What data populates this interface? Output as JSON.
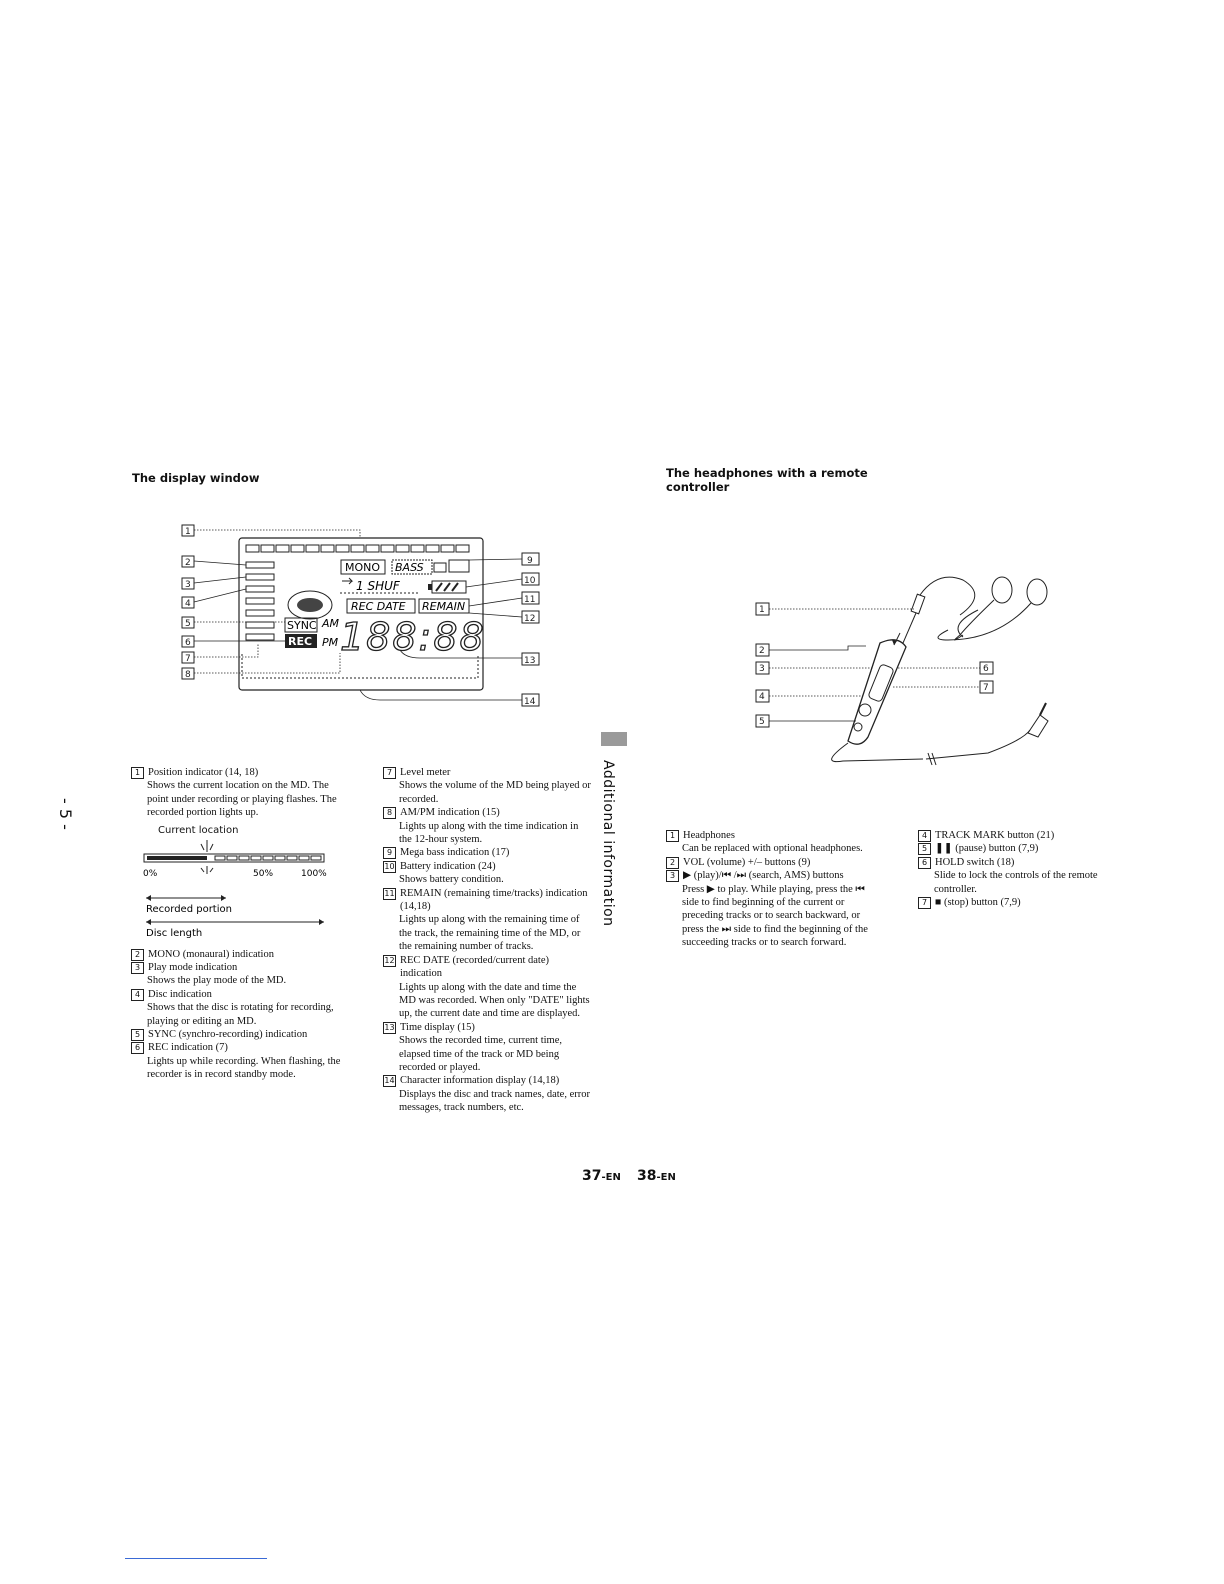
{
  "page_side_label": "- 5 -",
  "left": {
    "heading": "The display window",
    "diagram": {
      "callouts": [
        "1",
        "2",
        "3",
        "4",
        "5",
        "6",
        "7",
        "8",
        "9",
        "10",
        "11",
        "12",
        "13",
        "14"
      ],
      "lcd": {
        "mono": "MONO",
        "bass": "BASS",
        "shuf": "1 SHUF",
        "rec_date": "REC DATE",
        "remain": "REMAIN",
        "sync": "SYNC",
        "rec": "REC",
        "am": "AM",
        "pm": "PM",
        "time": "188:88"
      }
    },
    "col1": [
      {
        "n": "1",
        "title": "Position indicator (14, 18)",
        "desc": "Shows the current location on the MD. The point under recording or playing flashes. The recorded portion lights up."
      },
      {
        "n": "2",
        "title": "MONO (monaural) indication",
        "desc": ""
      },
      {
        "n": "3",
        "title": "Play mode indication",
        "desc": "Shows the play mode of the MD."
      },
      {
        "n": "4",
        "title": "Disc indication",
        "desc": "Shows that the disc is rotating for recording, playing or editing an MD."
      },
      {
        "n": "5",
        "title": "SYNC (synchro-recording) indication",
        "desc": ""
      },
      {
        "n": "6",
        "title": "REC indication (7)",
        "desc": "Lights up while recording. When flashing, the recorder is in record standby mode."
      }
    ],
    "position_fig": {
      "current_location": "Current location",
      "p0": "0%",
      "p50": "50%",
      "p100": "100%",
      "recorded_portion": "Recorded portion",
      "disc_length": "Disc length"
    },
    "col2": [
      {
        "n": "7",
        "title": "Level meter",
        "desc": "Shows the volume of the MD being played or recorded."
      },
      {
        "n": "8",
        "title": "AM/PM indication (15)",
        "desc": "Lights up along with the time indication in the 12-hour system."
      },
      {
        "n": "9",
        "title": "Mega bass indication (17)",
        "desc": ""
      },
      {
        "n": "10",
        "title": "Battery indication (24)",
        "desc": "Shows battery condition."
      },
      {
        "n": "11",
        "title": "REMAIN (remaining time/tracks) indication (14,18)",
        "desc": "Lights up along with the remaining time of the track, the remaining time of the MD, or the remaining number of tracks."
      },
      {
        "n": "12",
        "title": "REC DATE (recorded/current date) indication",
        "desc": "Lights up along with the date and time the MD was recorded. When only \"DATE\" lights up, the current date and time are displayed."
      },
      {
        "n": "13",
        "title": "Time display (15)",
        "desc": "Shows the recorded time, current time, elapsed time of the track or MD being recorded or played."
      },
      {
        "n": "14",
        "title": "Character information display (14,18)",
        "desc": "Displays the disc and track names, date, error messages, track numbers, etc."
      }
    ]
  },
  "side_tab": "Additional information",
  "right": {
    "heading_line1": "The headphones with a remote",
    "heading_line2": "controller",
    "callouts": [
      "1",
      "2",
      "3",
      "4",
      "5",
      "6",
      "7"
    ],
    "col3": [
      {
        "n": "1",
        "title": "Headphones",
        "desc": "Can be replaced with optional headphones."
      },
      {
        "n": "2",
        "title": "VOL (volume) +/– buttons (9)",
        "desc": ""
      },
      {
        "n": "3",
        "title": "▶ (play)/⏮ /⏭ (search, AMS) buttons",
        "desc": "Press ▶ to play. While playing, press the ⏮ side to find beginning of the current or preceding tracks or to search backward, or press the ⏭ side to find the beginning of the succeeding tracks or to search forward."
      }
    ],
    "col4": [
      {
        "n": "4",
        "title": "TRACK MARK button (21)",
        "desc": ""
      },
      {
        "n": "5",
        "title": "❚❚ (pause) button (7,9)",
        "desc": ""
      },
      {
        "n": "6",
        "title": "HOLD switch (18)",
        "desc": "Slide to lock the controls of the remote controller."
      },
      {
        "n": "7",
        "title": "■ (stop) button (7,9)",
        "desc": ""
      }
    ]
  },
  "footer": {
    "left_num": "37",
    "left_suffix": "-EN",
    "right_num": "38",
    "right_suffix": "-EN"
  }
}
